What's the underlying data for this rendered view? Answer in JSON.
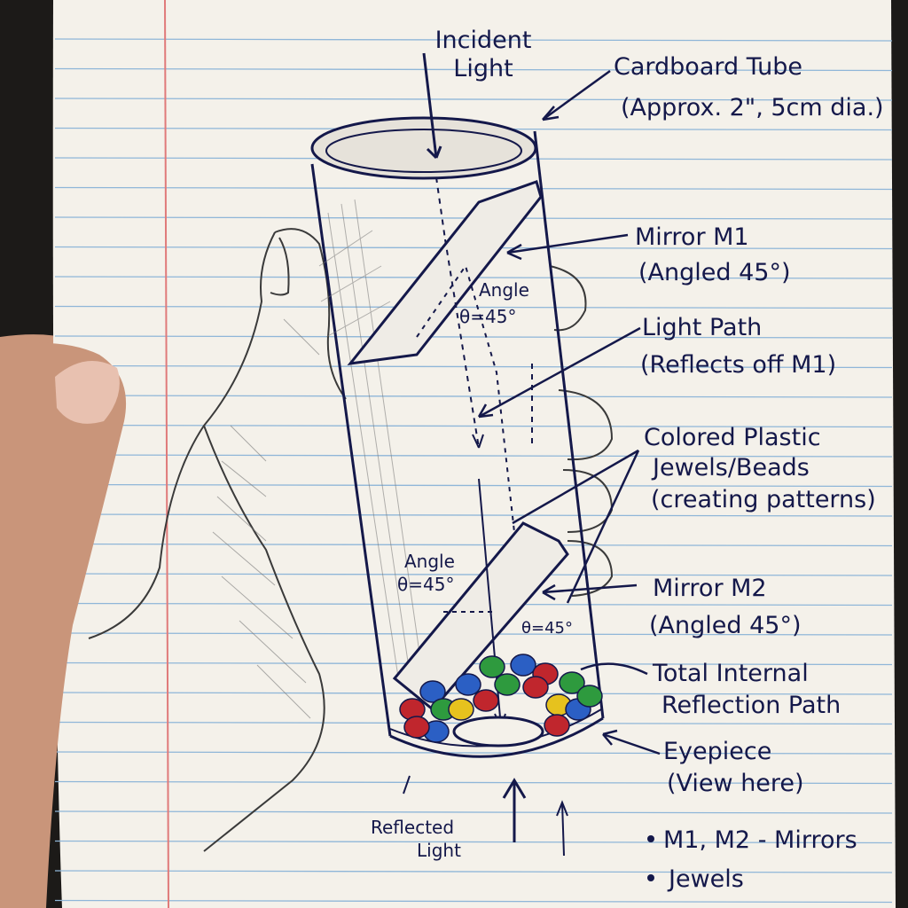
{
  "labels": {
    "incident_light": [
      "Incident",
      "Light"
    ],
    "cardboard_tube": [
      "Cardboard Tube",
      "(Approx. 2\", 5cm dia.)"
    ],
    "mirror_m1": [
      "Mirror M1",
      "(Angled 45°)"
    ],
    "angle_top": [
      "Angle",
      "θ=45°"
    ],
    "light_path": [
      "Light Path",
      "(Reflects off M1)"
    ],
    "jewels": [
      "Colored Plastic",
      "Jewels/Beads",
      "(creating patterns)"
    ],
    "angle_bottom": [
      "Angle",
      "θ=45°"
    ],
    "angle_bottom_small": "θ=45°",
    "mirror_m2": [
      "Mirror M2",
      "(Angled 45°)"
    ],
    "tir": [
      "Total Internal",
      "Reflection Path"
    ],
    "eyepiece": [
      "Eyepiece",
      "(View here)"
    ],
    "reflected_light": [
      "Reflected",
      "Light"
    ],
    "legend": [
      "M1, M2 - Mirrors",
      "Jewels"
    ]
  },
  "colors": {
    "ink": "#14184a",
    "paper": "#f4f1ea",
    "rule_line": "#8fb6d8",
    "margin_line": "#e07a7a",
    "bead_red": "#c0262d",
    "bead_blue": "#2b5fc4",
    "bead_green": "#2e9a3e",
    "bead_yellow": "#e6c21e"
  }
}
